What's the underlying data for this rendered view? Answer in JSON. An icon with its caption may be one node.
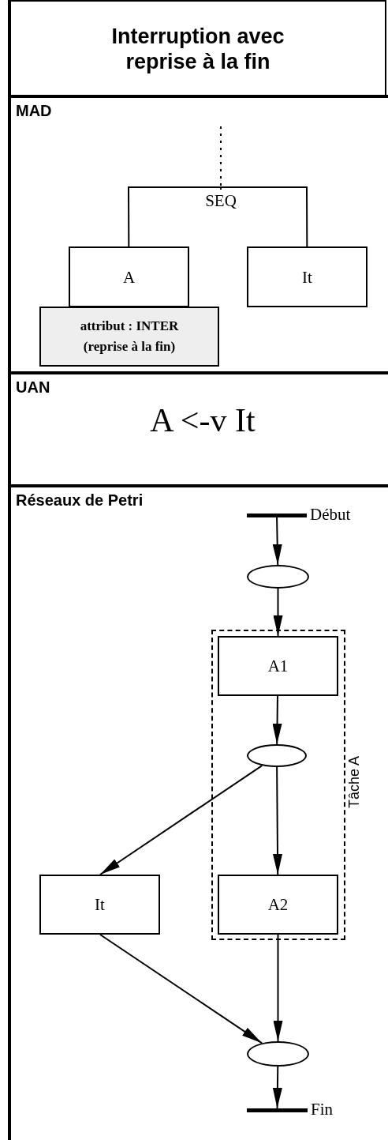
{
  "diagram": {
    "title": "Interruption avec reprise à la fin",
    "nodes": [
      {
        "text": [
          "MAD"
        ]
      },
      {
        "text": [
          "SEQ"
        ],
        "in": 0
      },
      {
        "text": [
          "A"
        ],
        "in": 0
      },
      {
        "text": [
          "attribut : INTER (reprise à la fin)"
        ],
        "in": 0
      },
      {
        "text": [
          "It"
        ],
        "in": 0
      },
      {
        "text": [
          "UAN",
          "A <-v It"
        ]
      },
      {
        "text": [
          "Réseaux de Petri"
        ]
      },
      {
        "text": [],
        "shape": "bar",
        "in": 6,
        "beside": [
          "Début"
        ]
      },
      {
        "text": [],
        "shape": "ellipse",
        "in": 6
      },
      {
        "text": [
          "Tâche A"
        ],
        "in": 6
      },
      {
        "text": [
          "A1"
        ],
        "in": 9
      },
      {
        "text": [],
        "shape": "ellipse",
        "in": 9
      },
      {
        "text": [
          "A2"
        ],
        "in": 9
      },
      {
        "text": [
          "It"
        ],
        "in": 6
      },
      {
        "text": [],
        "shape": "ellipse",
        "in": 6
      },
      {
        "text": [],
        "shape": "bar",
        "in": 6,
        "beside": [
          "Fin"
        ]
      }
    ],
    "edges": [
      {
        "from": 1,
        "to": 2,
        "arrow": "none"
      },
      {
        "from": 1,
        "to": 4,
        "arrow": "none"
      },
      {
        "from": null,
        "to": 1,
        "arrow": "none",
        "style": "dashed"
      },
      {
        "from": 7,
        "to": 8,
        "arrow": "to"
      },
      {
        "from": 8,
        "to": 10,
        "arrow": "to"
      },
      {
        "from": 10,
        "to": 11,
        "arrow": "to"
      },
      {
        "from": 11,
        "to": 12,
        "arrow": "to"
      },
      {
        "from": 11,
        "to": 13,
        "arrow": "to"
      },
      {
        "from": 13,
        "to": 14,
        "arrow": "to"
      },
      {
        "from": 12,
        "to": 14,
        "arrow": "to"
      },
      {
        "from": 14,
        "to": 15,
        "arrow": "to"
      }
    ]
  }
}
